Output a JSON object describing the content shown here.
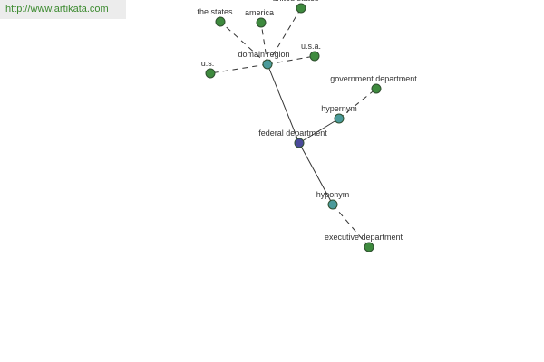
{
  "site_url": "http://www.artikata.com",
  "colors": {
    "center": "#4a4a9a",
    "relation": "#4a9a9a",
    "leaf": "#3e8a3e",
    "node_stroke": "#2f4f2f",
    "edge": "#333333"
  },
  "graph": {
    "nodes": [
      {
        "id": "federal-department",
        "label": "federal department",
        "kind": "center"
      },
      {
        "id": "domain-region",
        "label": "domain region",
        "kind": "relation"
      },
      {
        "id": "hypernym",
        "label": "hypernym",
        "kind": "relation"
      },
      {
        "id": "hyponym",
        "label": "hyponym",
        "kind": "relation"
      },
      {
        "id": "the-states",
        "label": "the states",
        "kind": "leaf"
      },
      {
        "id": "america",
        "label": "america",
        "kind": "leaf"
      },
      {
        "id": "united-states",
        "label": "united states",
        "kind": "leaf"
      },
      {
        "id": "usa",
        "label": "u.s.a.",
        "kind": "leaf"
      },
      {
        "id": "us",
        "label": "u.s.",
        "kind": "leaf"
      },
      {
        "id": "government-department",
        "label": "government department",
        "kind": "leaf"
      },
      {
        "id": "executive-department",
        "label": "executive department",
        "kind": "leaf"
      }
    ],
    "edges": [
      {
        "from": "federal-department",
        "to": "domain-region",
        "style": "solid"
      },
      {
        "from": "federal-department",
        "to": "hypernym",
        "style": "solid"
      },
      {
        "from": "federal-department",
        "to": "hyponym",
        "style": "solid"
      },
      {
        "from": "domain-region",
        "to": "the-states",
        "style": "dashed"
      },
      {
        "from": "domain-region",
        "to": "america",
        "style": "dashed"
      },
      {
        "from": "domain-region",
        "to": "united-states",
        "style": "dashed"
      },
      {
        "from": "domain-region",
        "to": "usa",
        "style": "dashed"
      },
      {
        "from": "domain-region",
        "to": "us",
        "style": "dashed"
      },
      {
        "from": "hypernym",
        "to": "government-department",
        "style": "dashed"
      },
      {
        "from": "hyponym",
        "to": "executive-department",
        "style": "dashed"
      }
    ]
  }
}
